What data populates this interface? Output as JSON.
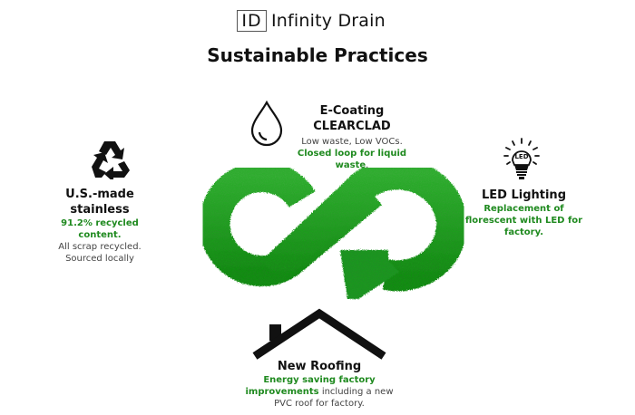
{
  "header": {
    "logo_mark": "ID",
    "brand_name": "Infinity Drain",
    "title": "Sustainable Practices"
  },
  "colors": {
    "accent_green": "#1f8a1f",
    "grass_green": "#2e9e2e",
    "text_dark": "#111111",
    "text_gray": "#444444"
  },
  "practices": {
    "ecoating": {
      "icon": "water-drop-icon",
      "heading": "E-Coating CLEARCLAD",
      "line1": "Low waste, Low VOCs.",
      "line2_green": "Closed loop for liquid waste",
      "line2_end": "."
    },
    "stainless": {
      "icon": "recycle-icon",
      "heading_line1": "U.S.-made",
      "heading_line2": "stainless",
      "line1_green": "91.2% recycled content.",
      "line2": "All scrap recycled.",
      "line3": "Sourced locally"
    },
    "led": {
      "icon": "led-bulb-icon",
      "bulb_label": "LED",
      "heading": "LED Lighting",
      "line1_green": "Replacement of",
      "line2_green": "florescent with LED for",
      "line3_green": "factory."
    },
    "roofing": {
      "icon": "house-roof-icon",
      "heading": "New Roofing",
      "line1_green": "Energy saving factory",
      "line2_green": "improvements",
      "line2_rest": " including a new",
      "line3": "PVC roof for factory."
    }
  },
  "center_graphic": "grass-infinity-loop-arrow"
}
